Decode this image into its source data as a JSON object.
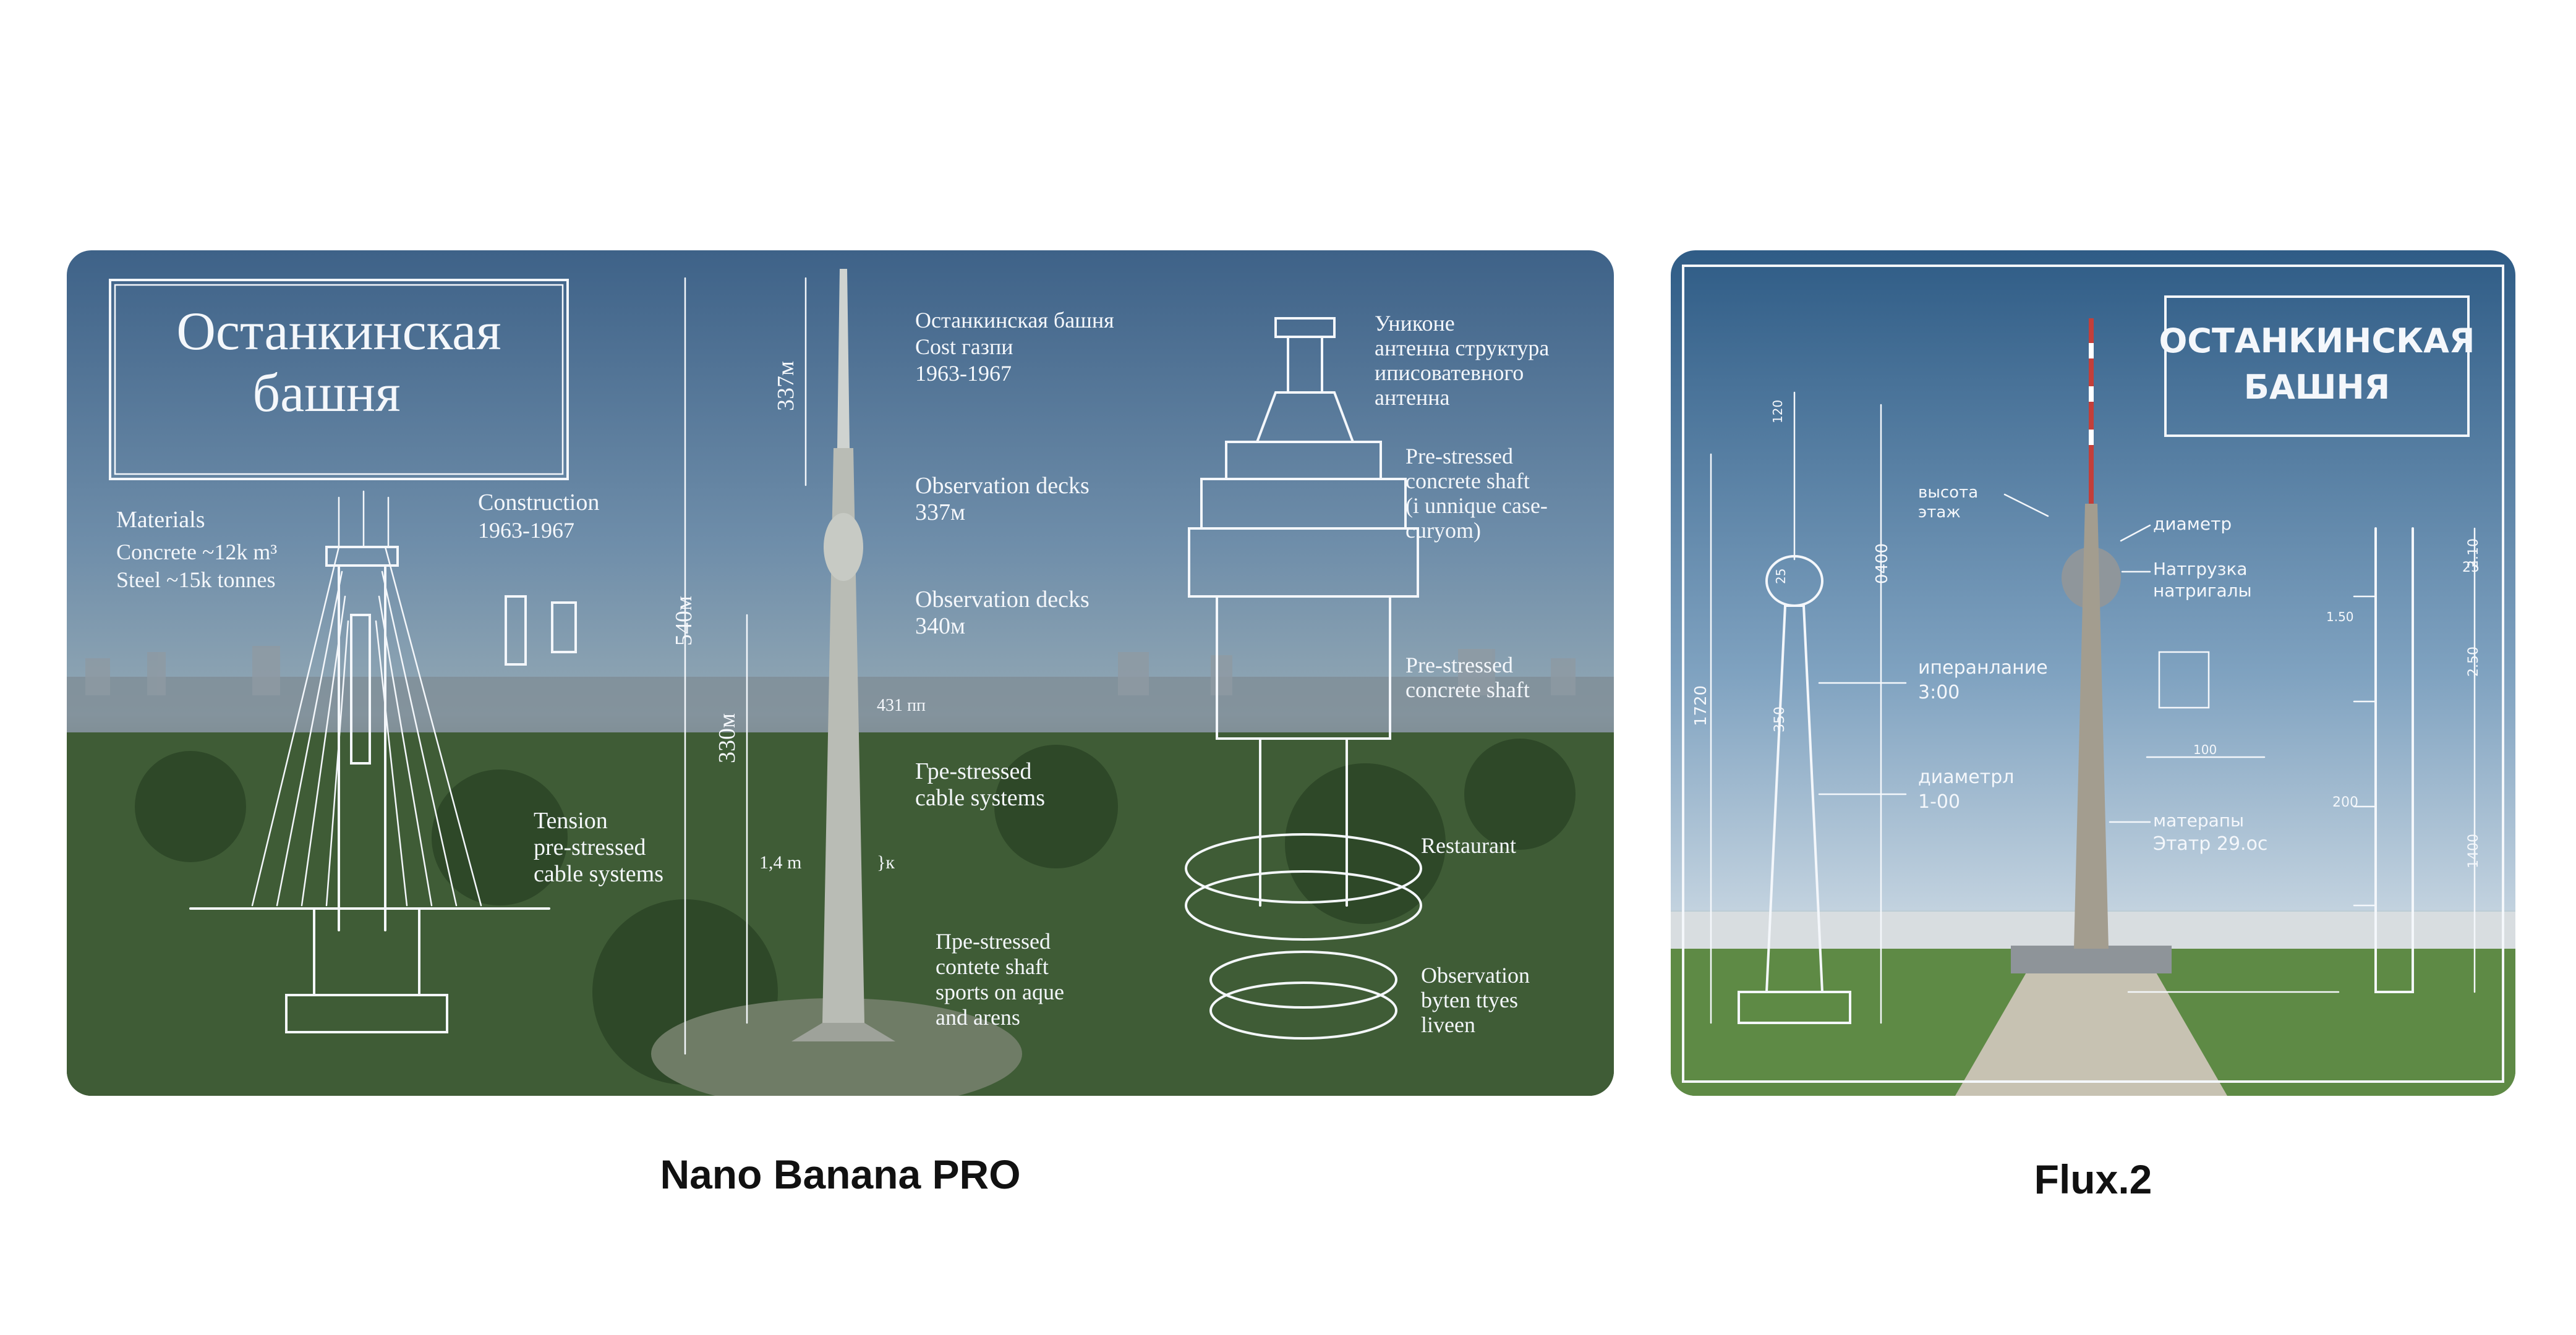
{
  "left": {
    "caption": "Nano Banana PRO",
    "title_line1": "Останкинская",
    "title_line2": "башня",
    "labels": {
      "materials": "Materials",
      "concrete": "Concrete ~12k m³",
      "steel": "Steel ~15k tonnes",
      "construction": "Construction",
      "construction_years": "1963-1967",
      "tension_1": "Tension",
      "tension_2": "pre-stressed",
      "tension_3": "cable systems",
      "dim_337": "337м",
      "dim_540": "540м",
      "dim_330": "330м",
      "dim_431": "431 пп",
      "dim_14": "1,4 m",
      "dim_k": "}к",
      "name_1": "Останкинская башня",
      "name_2": "Cost газпи",
      "name_3": "1963-1967",
      "obs1_1": "Observation decks",
      "obs1_2": "337м",
      "obs2_1": "Observation decks",
      "obs2_2": "340м",
      "cable_1": "Гре-stressed",
      "cable_2": "cable systems",
      "shaft_1": "Пре-stressed",
      "shaft_2": "contete shaft",
      "shaft_3": "sports on aque",
      "shaft_4": "and arens",
      "antenna_1": "Униконе",
      "antenna_2": "антенна структура",
      "antenna_3": "иписоватевного",
      "antenna_4": "антенна",
      "pre1_1": "Pre-stressed",
      "pre1_2": "concrete shaft",
      "pre1_3": "(i unnique case-",
      "pre1_4": "curyom)",
      "pre2_1": "Pre-stressed",
      "pre2_2": "concrete shaft",
      "restaurant": "Restaurant",
      "obs3_1": "Observation",
      "obs3_2": "byten ttyes",
      "obs3_3": "liveen"
    }
  },
  "right": {
    "caption": "Flux.2",
    "title_line1": "ОСТАНКИНСКАЯ",
    "title_line2": "БАШНЯ",
    "labels": {
      "height_1": "высота",
      "height_2": "этаж",
      "diameter": "диаметр",
      "load_1": "Натгрузка",
      "load_2": "натригалы",
      "mid_1": "иперанлание",
      "mid_2": "3:00",
      "diam2_1": "диаметрл",
      "diam2_2": "1-00",
      "mat_1": "матерапы",
      "mat_2": "Этатр 29.ос",
      "dim_0400": "0400",
      "dim_1720": "1720",
      "dim_350": "350",
      "dim_100": "100",
      "dim_120": "120",
      "dim_25": "25",
      "dim_210": "2.10",
      "dim_250": "2.50",
      "dim_200": "200",
      "dim_1400": "1400",
      "dim_150": "1.50"
    }
  }
}
